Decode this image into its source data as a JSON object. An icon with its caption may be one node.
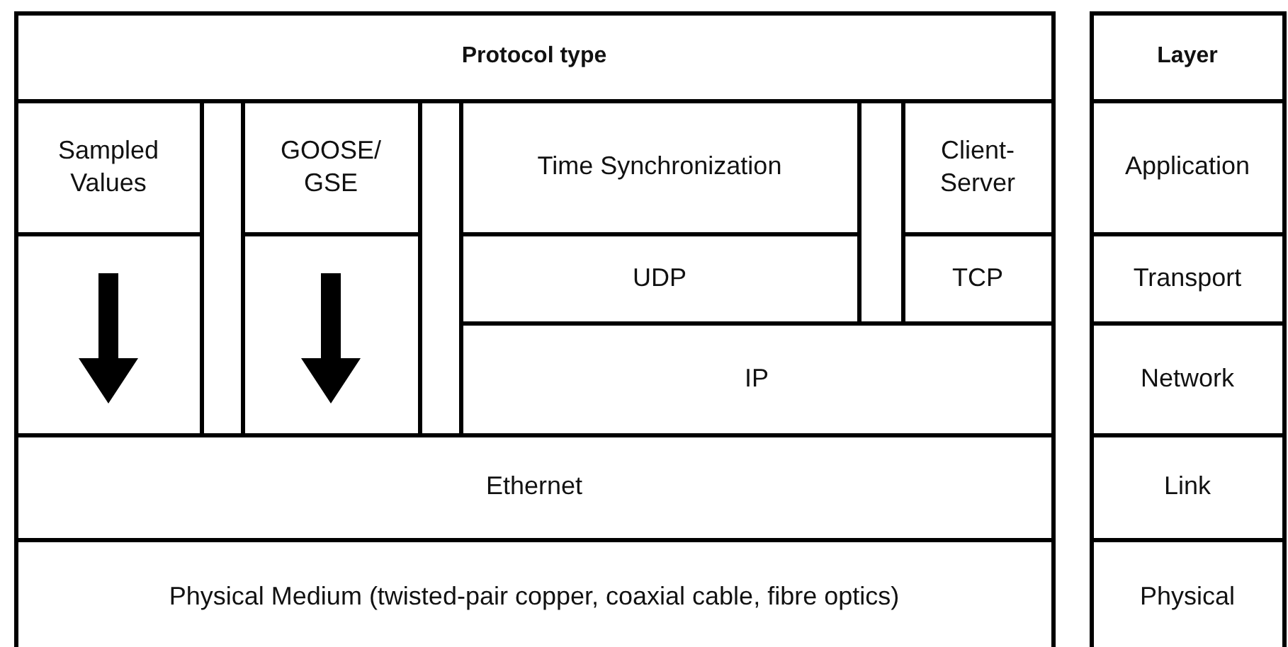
{
  "diagram": {
    "nodes": [
      {
        "text": [
          "Protocol type"
        ]
      },
      {
        "text": [
          "Sampled Values"
        ]
      },
      {
        "text": [
          "GOOSE/ GSE"
        ]
      },
      {
        "text": [
          "Time Synchronization"
        ]
      },
      {
        "text": [
          "Client- Server"
        ]
      },
      {
        "text": [
          "UDP"
        ]
      },
      {
        "text": [
          "TCP"
        ]
      },
      {
        "text": [
          "IP"
        ]
      },
      {
        "text": [
          "Ethernet"
        ]
      },
      {
        "text": [
          "Physical Medium (twisted-pair copper, coaxial cable, fibre optics)"
        ]
      },
      {
        "text": [
          "Layer"
        ]
      },
      {
        "text": [
          "Application"
        ]
      },
      {
        "text": [
          "Transport"
        ]
      },
      {
        "text": [
          "Network"
        ]
      },
      {
        "text": [
          "Link"
        ]
      },
      {
        "text": [
          "Physical"
        ]
      }
    ],
    "edges": [
      {
        "from": 1,
        "to": 8,
        "arrow": "to",
        "style": "thick"
      },
      {
        "from": 2,
        "to": 8,
        "arrow": "to",
        "style": "thick"
      }
    ]
  }
}
